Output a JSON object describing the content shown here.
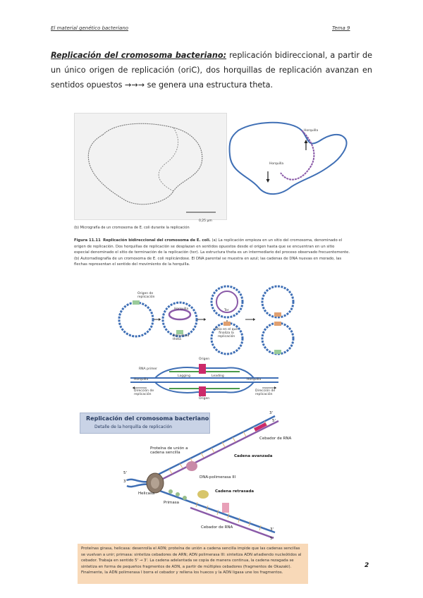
{
  "header": {
    "left": "El material genético bacteriano",
    "right": "Tema 9"
  },
  "intro": {
    "lead": "Replicación del cromosoma bacteriano:",
    "text": " replicación bidireccional, a partir de un único origen de replicación (oriC), dos horquillas de replicación avanzan en sentidos opuestos →→→ se genera una estructura theta."
  },
  "figure_11_11": {
    "micrograph_caption": "(b) Micrografía de un cromosoma de E. coli durante la replicación",
    "scale_label": "0,25 μm",
    "fork_label_top": "Horquilla",
    "fork_label_bottom": "Horquilla",
    "caption_number": "Figura 11.11",
    "caption_title": "Replicación bidireccional del cromosoma de E. coli.",
    "caption_body": " (a) La replicación empieza en un sitio del cromosoma, denominado el origen de replicación. Dos horquillas de replicación se desplazan en sentidos opuestos desde el origen hasta que se encuentran en un sitio especial denominado el sitio de terminación de la replicación (ter). La estructura theta es un intermediario del proceso observado frecuentemente. (b) Autorradiografía de un cromosoma de E. coli replicándose. El DNA parental se muestra en azul; las cadenas de DNA nuevas en morado, las flechas representan el sentido del movimiento de la horquilla."
  },
  "theta_diagram": {
    "origin": "Origen de replicación",
    "fork": "Horquilla",
    "theta": "Estructura theta",
    "ter": "Ter",
    "termination": "Sitio en el que finaliza la replicación"
  },
  "fork_detail_diagram": {
    "origin_top": "Origen",
    "origin_bottom": "Origen",
    "leading": "Leading",
    "lagging": "Lagging",
    "fork_left": "Horquilla",
    "fork_right": "Horquilla",
    "rna_primer": "RNA primer",
    "direction_left": "Dirección de replicación",
    "direction_right": "Dirección de replicación"
  },
  "replication_fork": {
    "box_title": "Replicación del cromosoma bacteriano",
    "box_subtitle": "Detalle de la horquilla de replicación",
    "primer_rna_top": "Cebador de RNA",
    "leading_strand": "Cadena avanzada",
    "ssb": "Proteína de unión a cadena sencilla",
    "dna_pol_iii": "DNA-polimerasa III",
    "helicase": "Helicasa",
    "primase": "Primasa",
    "lagging_strand": "Cadena retrasada",
    "primer_rna_bottom": "Cebador de RNA",
    "end_3_top": "3'",
    "end_5_top": "5'",
    "end_5_left": "5'",
    "end_3_left": "3'",
    "end_3_bottom": "3'",
    "end_5_bottom": "5'"
  },
  "summary": "Proteínas girasa, helicasa: desenrolla el ADN; proteína de unión a cadena sencilla impide que las cadenas sencillas se vuelvan a unir; primasa: sintetiza cebadores de ARN; ADN polimerasa III: sintetiza ADN añadiendo nucleótidos al cebador. Trabaja en sentido 5' → 3'. La cadena adelantada se copia de manera continua, la cadena rezagada se sintetiza en forma de pequeños fragmentos de ADN, a partir de múltiples cebadores (fragmentos de Okazaki). Finalmente, la ADN polimerasa I borra el cebador y rellena los huecos y la ADN ligasa une los fragmentos.",
  "page_number": "2",
  "colors": {
    "parental_dna": "#3f6fb5",
    "new_dna": "#8a5aa8",
    "origin_marker": "#cc2a6a",
    "summary_bg": "#f8d9b8",
    "title_box_bg": "#c9d3e6"
  }
}
